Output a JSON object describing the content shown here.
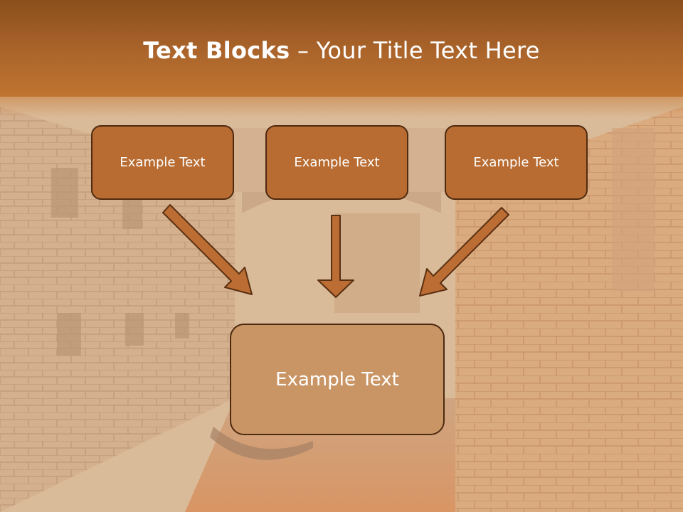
{
  "title": {
    "bold": "Text Blocks",
    "rest": " – Your Title Text Here"
  },
  "boxes": {
    "left": "Example Text",
    "center": "Example Text",
    "right": "Example Text",
    "bottom": "Example Text"
  },
  "colors": {
    "header": "#a9632a",
    "box_fill": "#b86c32",
    "box_border": "#4e2a10",
    "bottom_fill": "#c99565",
    "arrow_fill": "#bb6d33",
    "arrow_stroke": "#5a3012"
  }
}
